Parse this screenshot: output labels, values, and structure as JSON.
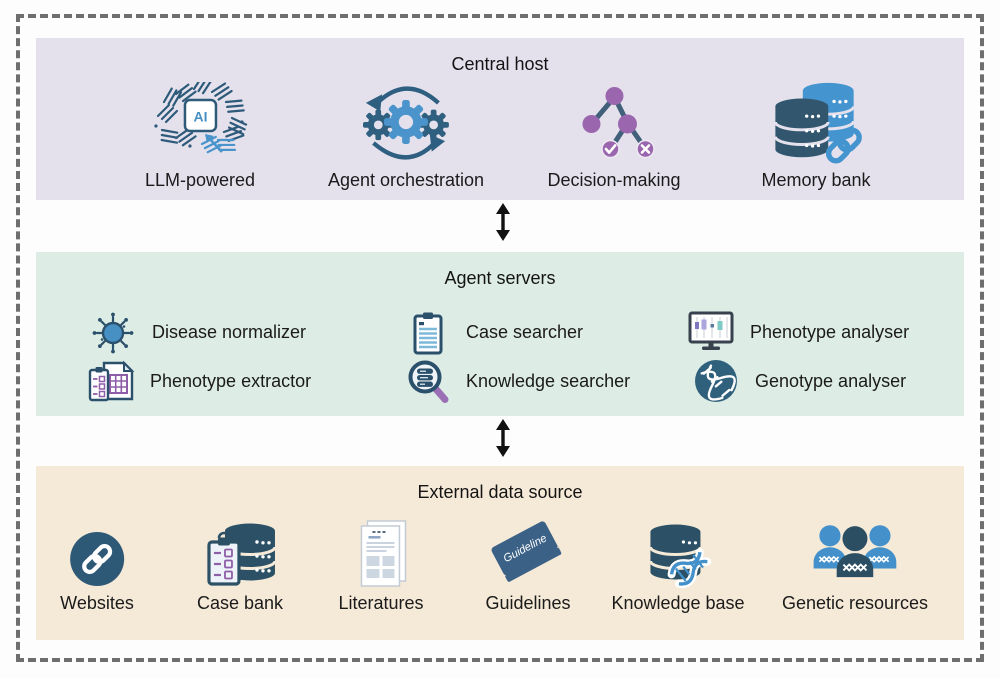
{
  "diagram": {
    "sections": [
      {
        "id": "central_host",
        "title": "Central host",
        "items": [
          {
            "label": "LLM-powered",
            "icon": "ai-brain-icon",
            "chip_text": "AI"
          },
          {
            "label": "Agent orchestration",
            "icon": "gears-cycle-icon"
          },
          {
            "label": "Decision-making",
            "icon": "decision-tree-icon"
          },
          {
            "label": "Memory bank",
            "icon": "linked-databases-icon"
          }
        ]
      },
      {
        "id": "agent_servers",
        "title": "Agent servers",
        "items": [
          {
            "label": "Disease normalizer",
            "icon": "virus-icon"
          },
          {
            "label": "Case searcher",
            "icon": "clipboard-icon"
          },
          {
            "label": "Phenotype analyser",
            "icon": "monitor-chart-icon"
          },
          {
            "label": "Phenotype extractor",
            "icon": "clipboard-table-icon"
          },
          {
            "label": "Knowledge searcher",
            "icon": "magnifier-database-icon"
          },
          {
            "label": "Genotype analyser",
            "icon": "dna-circle-icon"
          }
        ]
      },
      {
        "id": "external_data_source",
        "title": "External data source",
        "items": [
          {
            "label": "Websites",
            "icon": "link-circle-icon"
          },
          {
            "label": "Case bank",
            "icon": "database-clipboard-icon"
          },
          {
            "label": "Literatures",
            "icon": "article-pages-icon"
          },
          {
            "label": "Guidelines",
            "icon": "book-icon",
            "book_cover_text": "Guideline"
          },
          {
            "label": "Knowledge base",
            "icon": "database-dna-icon"
          },
          {
            "label": "Genetic resources",
            "icon": "people-dna-icon"
          }
        ]
      }
    ],
    "connectors": [
      {
        "between": "central_host and agent_servers",
        "type": "bidirectional-arrow"
      },
      {
        "between": "agent_servers and external_data_source",
        "type": "bidirectional-arrow"
      }
    ],
    "colors": {
      "band_central_host": "#e4e1ed",
      "band_agent_servers": "#ddece4",
      "band_external_data_source": "#f5e9d7",
      "navy": "#2f5a78",
      "blue": "#4493cd",
      "purple": "#9a67ae",
      "arrow": "#111111",
      "dashed_border": "#6e6e6e"
    }
  }
}
